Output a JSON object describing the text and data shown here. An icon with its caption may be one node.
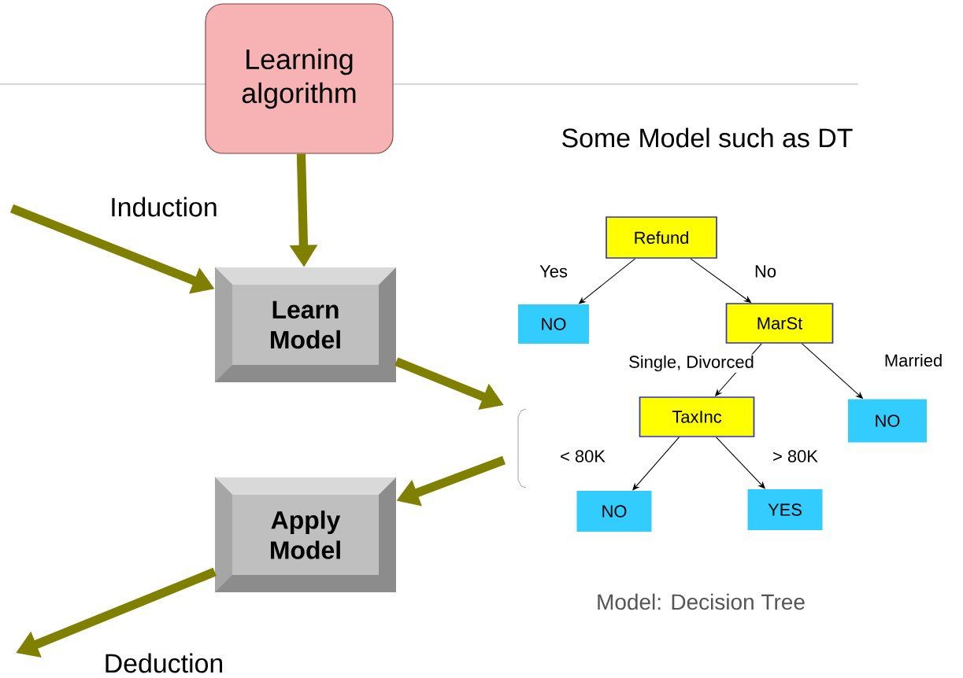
{
  "diagram": {
    "nodes": [
      {
        "text": [
          "Learning algorithm"
        ]
      },
      {
        "text": [
          "Learn Model"
        ]
      },
      {
        "text": [
          "Apply Model"
        ]
      },
      {
        "text": [
          "Refund"
        ]
      },
      {
        "text": [
          "NO"
        ]
      },
      {
        "text": [
          "MarSt"
        ]
      },
      {
        "text": [
          "TaxInc"
        ]
      },
      {
        "text": [
          "NO"
        ]
      },
      {
        "text": [
          "NO"
        ]
      },
      {
        "text": [
          "YES"
        ]
      }
    ],
    "edges": [
      {
        "from": 0,
        "to": 1,
        "arrow": "to",
        "style": "thick",
        "color": "#808000"
      },
      {
        "from": null,
        "to": 1,
        "arrow": "to",
        "label": "Induction",
        "style": "thick",
        "color": "#808000"
      },
      {
        "from": 1,
        "to": null,
        "arrow": "to",
        "style": "thick",
        "color": "#808000"
      },
      {
        "from": null,
        "to": 2,
        "arrow": "to",
        "style": "thick",
        "color": "#808000"
      },
      {
        "from": 2,
        "to": null,
        "arrow": "to",
        "label": "Deduction",
        "style": "thick",
        "color": "#808000"
      },
      {
        "from": 3,
        "to": 4,
        "arrow": "to",
        "label": "Yes"
      },
      {
        "from": 3,
        "to": 5,
        "arrow": "to",
        "label": "No"
      },
      {
        "from": 5,
        "to": 6,
        "arrow": "to",
        "label": "Single, Divorced"
      },
      {
        "from": 5,
        "to": 7,
        "arrow": "to",
        "label": "Married"
      },
      {
        "from": 6,
        "to": 8,
        "arrow": "to",
        "label": "< 80K"
      },
      {
        "from": 6,
        "to": 9,
        "arrow": "to",
        "label": "> 80K"
      }
    ],
    "labels": [
      "Some Model such as DT",
      "Model:  Decision Tree"
    ]
  }
}
